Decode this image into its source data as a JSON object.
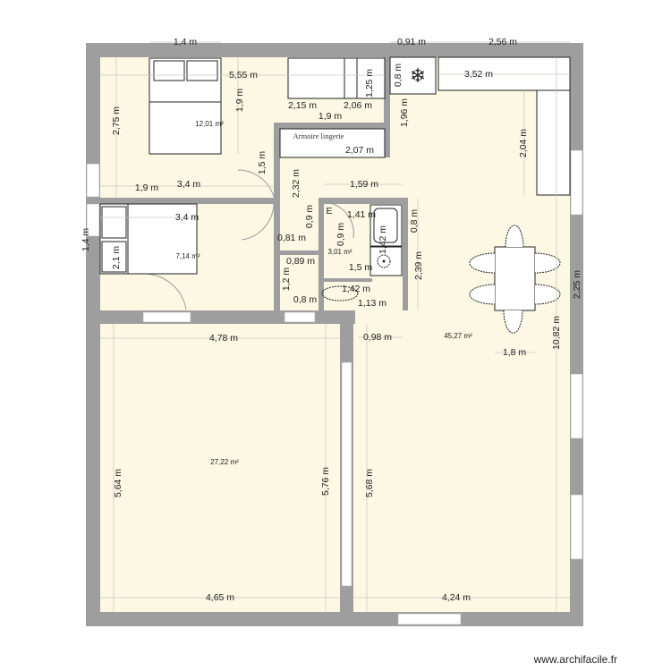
{
  "plan": {
    "rooms": {
      "bedroom_1_area": "12,01 m²",
      "bedroom_2_area": "7,14 m²",
      "bathroom_area": "3,01 m²",
      "living_area": "45,27 m²",
      "large_room_area": "27,22 m²",
      "closet_label": "Armoire lingerie"
    },
    "dimensions": [
      "1,4 m",
      "0,91 m",
      "2,56 m",
      "5,55 m",
      "3,52 m",
      "0,8 m",
      "1,25 m",
      "1,96 m",
      "2,75 m",
      "1,9 m",
      "2,15 m",
      "2,06 m",
      "1,9 m",
      "2,07 m",
      "2,04 m",
      "1,5 m",
      "1,9 m",
      "3,4 m",
      "2,32 m",
      "1,59 m",
      "3,4 m",
      "1,41 m",
      "0,8 m",
      "0,81 m",
      "0,9 m",
      "0,9 m",
      "1,4 m",
      "2,1 m",
      "1,42 m",
      "1,5 m",
      "2,39 m",
      "0,89 m",
      "1,2 m",
      "2,25 m",
      "0,8 m",
      "1,42 m",
      "1,13 m",
      "0,98 m",
      "1,8 m",
      "10,82 m",
      "4,78 m",
      "5,64 m",
      "5,76 m",
      "5,68 m",
      "4,65 m",
      "4,24 m",
      "E"
    ],
    "colors": {
      "floor": "#fcf8e3",
      "wall": "#9e9e9e"
    }
  },
  "footer": {
    "logo": "www.archifacile.fr"
  }
}
